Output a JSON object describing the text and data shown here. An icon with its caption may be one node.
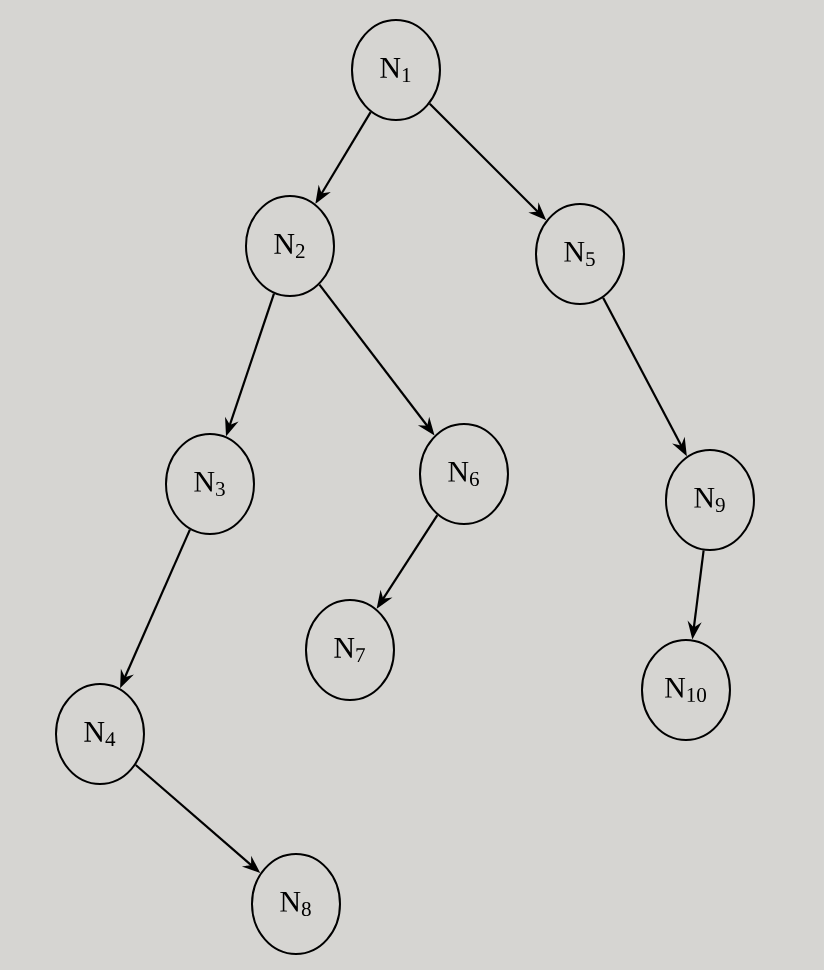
{
  "diagram": {
    "nodes": [
      {
        "text": [
          "N$_{1}$"
        ]
      },
      {
        "text": [
          "N$_{2}$"
        ]
      },
      {
        "text": [
          "N$_{5}$"
        ]
      },
      {
        "text": [
          "N$_{3}$"
        ]
      },
      {
        "text": [
          "N$_{6}$"
        ]
      },
      {
        "text": [
          "N$_{9}$"
        ]
      },
      {
        "text": [
          "N$_{7}$"
        ]
      },
      {
        "text": [
          "N$_{10}$"
        ]
      },
      {
        "text": [
          "N$_{4}$"
        ]
      },
      {
        "text": [
          "N$_{8}$"
        ]
      }
    ],
    "edges": [
      {
        "from": 0,
        "to": 1,
        "arrow": "to"
      },
      {
        "from": 0,
        "to": 2,
        "arrow": "to"
      },
      {
        "from": 1,
        "to": 3,
        "arrow": "to"
      },
      {
        "from": 1,
        "to": 4,
        "arrow": "to"
      },
      {
        "from": 2,
        "to": 5,
        "arrow": "to"
      },
      {
        "from": 3,
        "to": 8,
        "arrow": "to"
      },
      {
        "from": 4,
        "to": 6,
        "arrow": "to"
      },
      {
        "from": 5,
        "to": 7,
        "arrow": "to"
      },
      {
        "from": 8,
        "to": 9,
        "arrow": "to"
      }
    ]
  }
}
